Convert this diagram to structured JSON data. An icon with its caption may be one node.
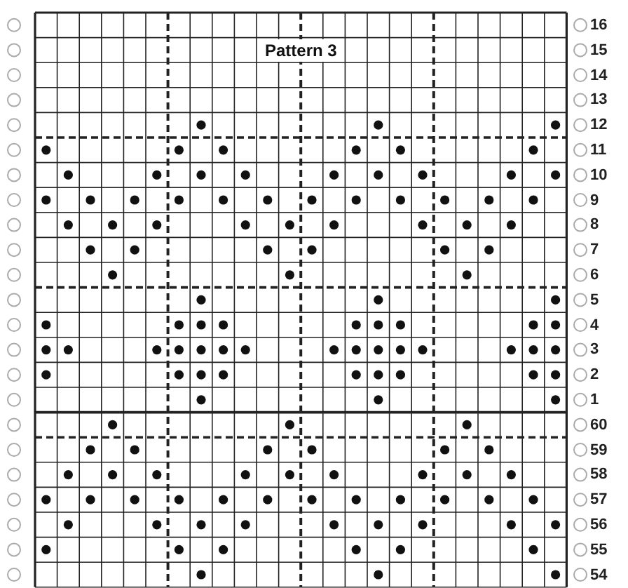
{
  "diagram": {
    "title": "Pattern 3",
    "labels": [
      "16",
      "15",
      "14",
      "13",
      "12",
      "11",
      "10",
      "9",
      "8",
      "7",
      "6",
      "5",
      "4",
      "3",
      "2",
      "1",
      "60",
      "59",
      "58",
      "57",
      "56",
      "55",
      "54"
    ]
  }
}
